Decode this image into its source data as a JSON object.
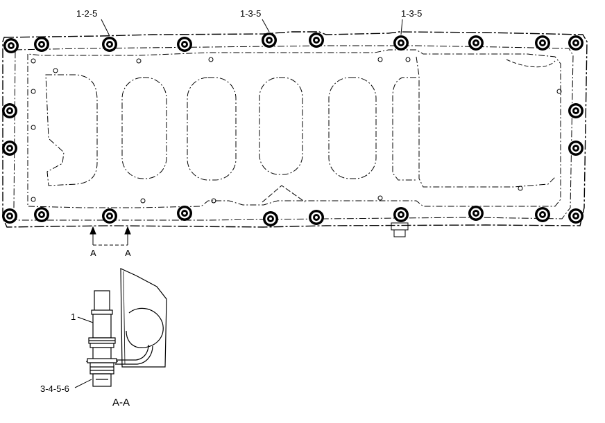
{
  "callouts": {
    "top_left": "1-2-5",
    "top_middle": "1-3-5",
    "top_right": "1-3-5",
    "part_1": "1",
    "part_3456": "3-4-5-6"
  },
  "section_markers": {
    "left": "A",
    "right": "A"
  },
  "section_view_title": "A-A"
}
